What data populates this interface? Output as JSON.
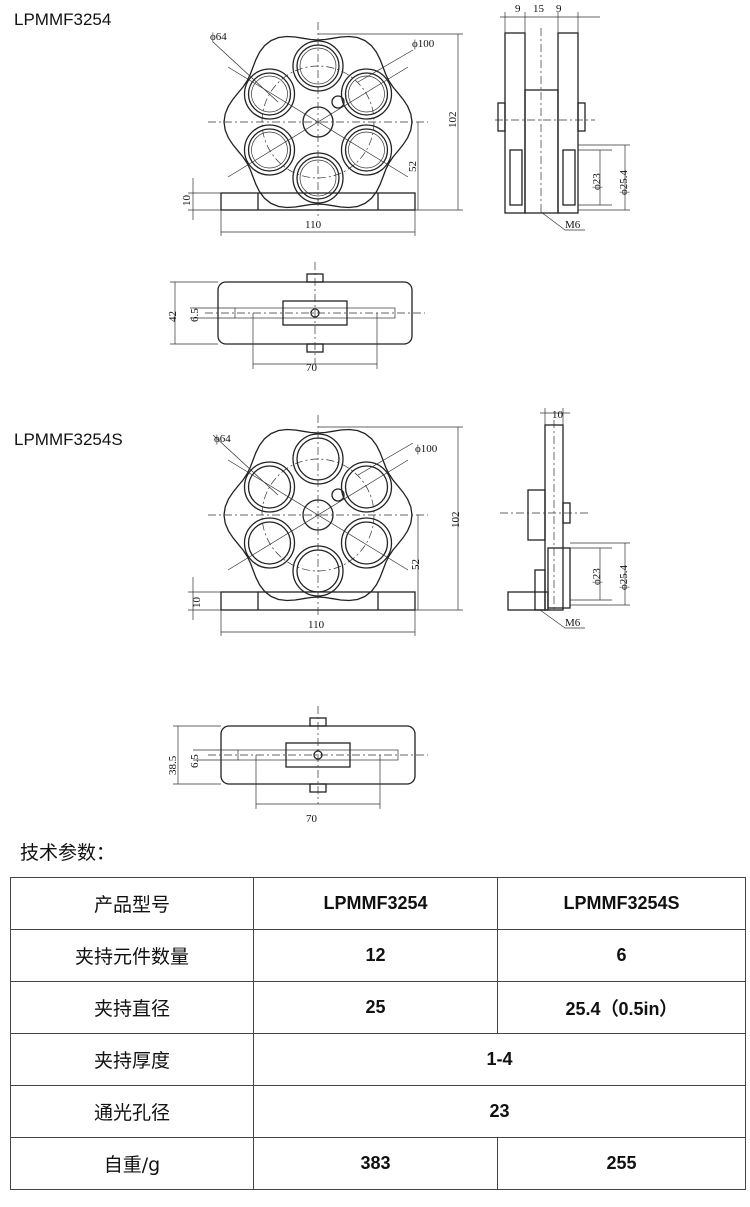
{
  "models": {
    "first": "LPMMF3254",
    "second": "LPMMF3254S"
  },
  "drawing1": {
    "front": {
      "d_small": "ϕ64",
      "d_large": "ϕ100",
      "height": "102",
      "center_height": "52",
      "base_thickness": "10",
      "width": "110"
    },
    "side": {
      "w_left": "9",
      "w_mid": "15",
      "w_right": "9",
      "aperture": "ϕ23",
      "mount_diameter": "ϕ25.4",
      "thread": "M6"
    },
    "bottom": {
      "depth": "42",
      "slot": "6.5",
      "width": "70"
    }
  },
  "drawing2": {
    "front": {
      "d_small": "ϕ64",
      "d_large": "ϕ100",
      "height": "102",
      "center_height": "52",
      "base_thickness": "10",
      "width": "110"
    },
    "side": {
      "thickness": "10",
      "aperture": "ϕ23",
      "mount_diameter": "ϕ25.4",
      "thread": "M6"
    },
    "bottom": {
      "depth": "38.5",
      "slot": "6.5",
      "width": "70"
    }
  },
  "specs": {
    "title": "技术参数：",
    "rows": [
      {
        "label": "产品型号",
        "a": "LPMMF3254",
        "b": "LPMMF3254S"
      },
      {
        "label": "夹持元件数量",
        "a": "12",
        "b": "6"
      },
      {
        "label": "夹持直径",
        "a": "25",
        "b": "25.4（0.5in）"
      },
      {
        "label": "夹持厚度",
        "ab": "1-4"
      },
      {
        "label": "通光孔径",
        "ab": "23"
      },
      {
        "label": "自重/g",
        "a": "383",
        "b": "255"
      }
    ]
  }
}
